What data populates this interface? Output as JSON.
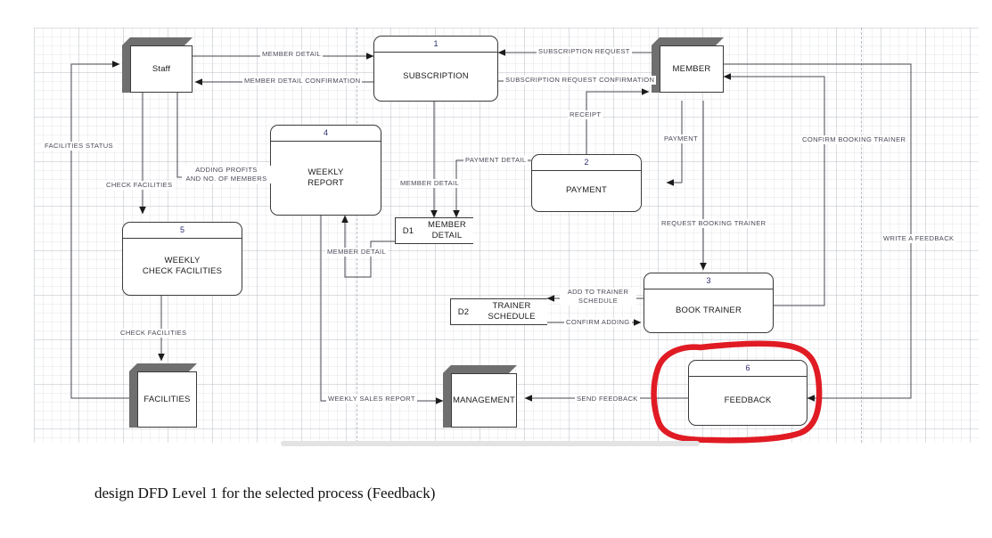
{
  "caption": "design DFD Level 1 for the selected process (Feedback)",
  "colors": {
    "annotation_red": "#e01b24",
    "box_stroke": "#3a3a3a",
    "entity_shadow": "#6f6f6f",
    "label_text": "#4a4a58",
    "number_text": "#2b2b6e"
  },
  "entities": [
    {
      "id": "staff",
      "label": "Staff"
    },
    {
      "id": "member",
      "label": "MEMBER"
    },
    {
      "id": "facilities",
      "label": "FACILITIES"
    },
    {
      "id": "management",
      "label": "MANAGEMENT"
    }
  ],
  "processes": [
    {
      "id": "subscription",
      "number": "1",
      "label": "SUBSCRIPTION"
    },
    {
      "id": "payment",
      "number": "2",
      "label": "PAYMENT"
    },
    {
      "id": "book-trainer",
      "number": "3",
      "label": "BOOK TRAINER"
    },
    {
      "id": "weekly-report",
      "number": "4",
      "label": "WEEKLY\nREPORT"
    },
    {
      "id": "weekly-check",
      "number": "5",
      "label": "WEEKLY\nCHECK FACILITIES"
    },
    {
      "id": "feedback",
      "number": "6",
      "label": "FEEDBACK"
    }
  ],
  "datastores": [
    {
      "id": "d1",
      "code": "D1",
      "label": "MEMBER\nDETAIL"
    },
    {
      "id": "d2",
      "code": "D2",
      "label": "TRAINER\nSCHEDULE"
    }
  ],
  "flows": [
    {
      "id": "member-detail",
      "label": "MEMBER DETAIL"
    },
    {
      "id": "member-detail-confirmation",
      "label": "MEMBER DETAIL CONFIRMATION"
    },
    {
      "id": "subscription-request",
      "label": "SUBSCRIPTION REQUEST"
    },
    {
      "id": "subscription-request-confirmation",
      "label": "SUBSCRIPTION REQUEST CONFIRMATION"
    },
    {
      "id": "receipt",
      "label": "RECEIPT"
    },
    {
      "id": "payment",
      "label": "PAYMENT"
    },
    {
      "id": "payment-detail",
      "label": "PAYMENT DETAIL"
    },
    {
      "id": "facilities-status",
      "label": "FACILITIES STATUS"
    },
    {
      "id": "check-facilities-top",
      "label": "CHECK FACILITIES"
    },
    {
      "id": "check-facilities-bottom",
      "label": "CHECK FACILITIES"
    },
    {
      "id": "adding-profits",
      "label": "ADDING PROFITS\nAND NO. OF MEMBERS"
    },
    {
      "id": "member-detail-store",
      "label": "MEMBER DETAIL"
    },
    {
      "id": "member-detail-report",
      "label": "MEMBER DETAIL"
    },
    {
      "id": "confirm-booking-trainer",
      "label": "CONFIRM BOOKING TRAINER"
    },
    {
      "id": "request-booking-trainer",
      "label": "REQUEST BOOKING TRAINER"
    },
    {
      "id": "write-a-feedback",
      "label": "WRITE A FEEDBACK"
    },
    {
      "id": "add-to-trainer-schedule",
      "label": "ADD TO TRAINER\nSCHEDULE"
    },
    {
      "id": "confirm-adding",
      "label": "CONFIRM ADDING"
    },
    {
      "id": "weekly-sales-report",
      "label": "WEEKLY SALES REPORT"
    },
    {
      "id": "send-feedback",
      "label": "SEND FEEDBACK"
    }
  ]
}
